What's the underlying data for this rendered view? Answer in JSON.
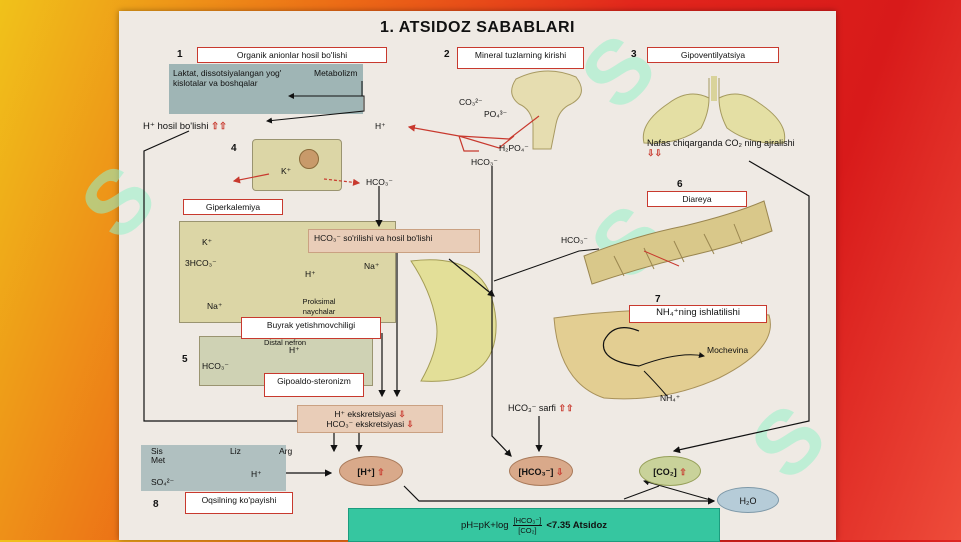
{
  "title": "1. ATSIDOZ SABABLARI",
  "sections": {
    "s1": {
      "num": "1",
      "box": "Organik anionlar hosil bo'lishi",
      "grey_text": "Laktat, dissotsiyalangan yog' kislotalar va boshqalar",
      "metabolizm": "Metabolizm",
      "h_hosil": "H⁺ hosil bo'lishi"
    },
    "s2": {
      "num": "2",
      "box": "Mineral tuzlarning kirishi",
      "co3": "CO₃²⁻",
      "po4": "PO₄³⁻",
      "h": "H⁺",
      "h2po4": "H₂PO₄⁻",
      "hco3": "HCO₃⁻"
    },
    "s3": {
      "num": "3",
      "box": "Gipoventilyatsiya",
      "caption": "Nafas chiqarganda CO₂ ning ajralishi"
    },
    "s4": {
      "num": "4",
      "k": "K⁺",
      "hco3": "HCO₃⁻",
      "box": "Giperkalemiya",
      "tan": "HCO₃⁻ so'rilishi va hosil bo'lishi",
      "k2": "K⁺",
      "hco3_3": "3HCO₃⁻",
      "h2": "H⁺",
      "na": "Na⁺",
      "na2": "Na⁺",
      "proksimal": "Proksimal naychalar",
      "buyrak": "Buyrak yetishmovchiligi"
    },
    "s5": {
      "num": "5",
      "distal": "Distal nefron",
      "h": "H⁺",
      "hco3": "HCO₃⁻",
      "box": "Gipoaldo-steronizm"
    },
    "s6": {
      "num": "6",
      "box": "Diareya",
      "hco3": "HCO₃⁻"
    },
    "s7": {
      "num": "7",
      "box": "NH₄⁺ning ishlatilishi",
      "mochevina": "Mochevina",
      "nh4": "NH₄⁺",
      "sarfi": "HCO₃⁻ sarfi"
    },
    "s8": {
      "num": "8",
      "box": "Oqsilning ko'payishi",
      "sis": "Sis",
      "met": "Met",
      "liz": "Liz",
      "arg": "Arg",
      "h": "H⁺",
      "so4": "SO₄²⁻"
    },
    "center": {
      "h_ekskr": "H⁺ ekskretsiyasi",
      "hco3_ekskr": "HCO₃⁻ ekskretsiyasi",
      "h_circle": "[H⁺]",
      "hco3_circle": "[HCO₃⁻]",
      "co2_circle": "[CO₂]",
      "h2o": "H₂O"
    },
    "formula": {
      "prefix": "pH=pK+log",
      "num": "[HCO₃⁻]",
      "den": "[CO₂]",
      "suffix": "<7.35 Atsidoz"
    }
  },
  "colors": {
    "accent_red": "#c8392e",
    "formula_bg": "#36c6a0",
    "circle_tan": "#d9a98a"
  }
}
